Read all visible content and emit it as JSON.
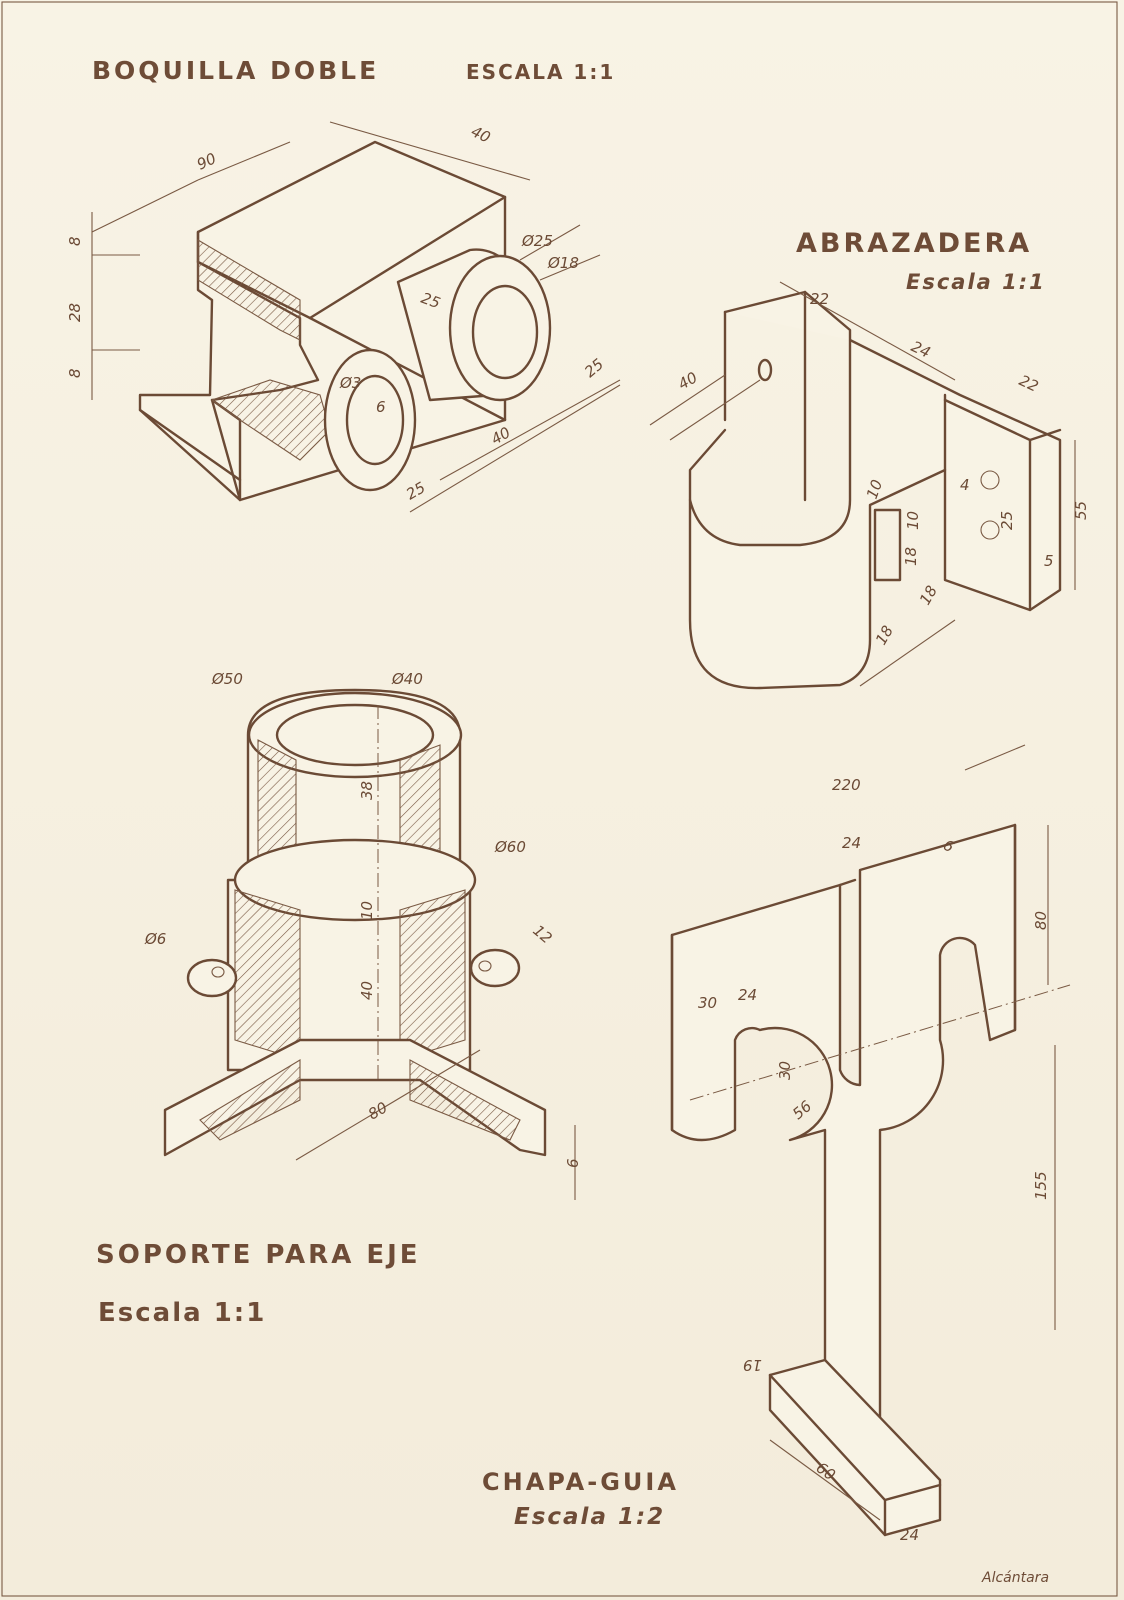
{
  "titles": {
    "boquilla": "BOQUILLA DOBLE",
    "boquilla_scale": "ESCALA 1:1",
    "abrazadera": "ABRAZADERA",
    "abrazadera_scale": "Escala 1:1",
    "soporte": "SOPORTE PARA EJE",
    "soporte_scale": "Escala 1:1",
    "chapa": "CHAPA-GUIA",
    "chapa_scale": "Escala 1:2"
  },
  "signature": "Alcántara",
  "dims": {
    "boquilla": {
      "d90": "90",
      "d40": "40",
      "d8a": "8",
      "d28": "28",
      "d8b": "8",
      "dia25": "Ø25",
      "dia18": "Ø18",
      "d25a": "25",
      "d25b": "25",
      "d40b": "40",
      "d25c": "25",
      "dia3": "Ø3",
      "d6": "6"
    },
    "abrazadera": {
      "d22a": "22",
      "d24": "24",
      "d22b": "22",
      "d40": "40",
      "d55": "55",
      "d4": "4",
      "d25": "25",
      "d5": "5",
      "d10a": "10",
      "d10b": "10",
      "d18a": "18",
      "d18b": "18",
      "d18c": "18"
    },
    "soporte": {
      "dia50": "Ø50",
      "dia40": "Ø40",
      "d38": "38",
      "dia60": "Ø60",
      "d10": "10",
      "d40": "40",
      "dia6": "Ø6",
      "d12": "12",
      "d80": "80",
      "d6": "6"
    },
    "chapa": {
      "d220": "220",
      "d24a": "24",
      "d6": "6",
      "d80": "80",
      "d30a": "30",
      "d24b": "24",
      "d30b": "30",
      "d56": "56",
      "d155": "155",
      "d19": "19",
      "d60": "60",
      "d24c": "24"
    }
  }
}
